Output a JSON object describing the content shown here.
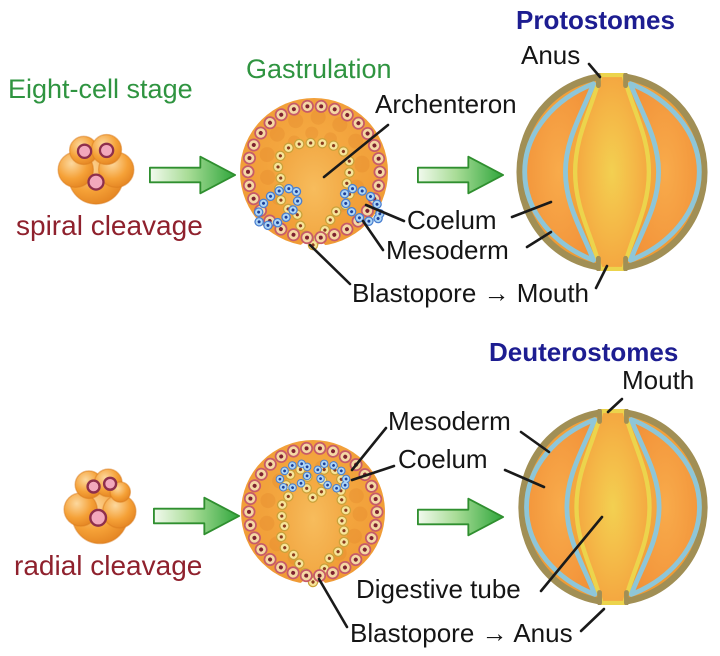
{
  "colors": {
    "green_text": "#2f9440",
    "dark_red_text": "#8f212d",
    "navy_text": "#1d1d91",
    "black_text": "#151515",
    "arrow_green": "#3cab3c",
    "body_orange": "#f29a38",
    "coelom_blue": "#8ec6d8",
    "lining_yellow": "#ecd44c",
    "outer_ring_tan": "#a18f55",
    "mesoderm_cell_blue": "#aed6f5"
  },
  "protostome": {
    "stage_label": "Eight-cell stage",
    "cleavage_label": "spiral cleavage",
    "gastrulation_label": "Gastrulation",
    "archenteron_label": "Archenteron",
    "coelum_label": "Coelum",
    "mesoderm_label": "Mesoderm",
    "blastopore_fate_label": "Blastopore → Mouth",
    "group_title": "Protostomes",
    "top_opening_label": "Anus"
  },
  "deuterostome": {
    "cleavage_label": "radial cleavage",
    "mesoderm_label": "Mesoderm",
    "coelum_label": "Coelum",
    "digestive_tube_label": "Digestive tube",
    "blastopore_fate_label": "Blastopore → Anus",
    "group_title": "Deuterostomes",
    "top_opening_label": "Mouth"
  }
}
